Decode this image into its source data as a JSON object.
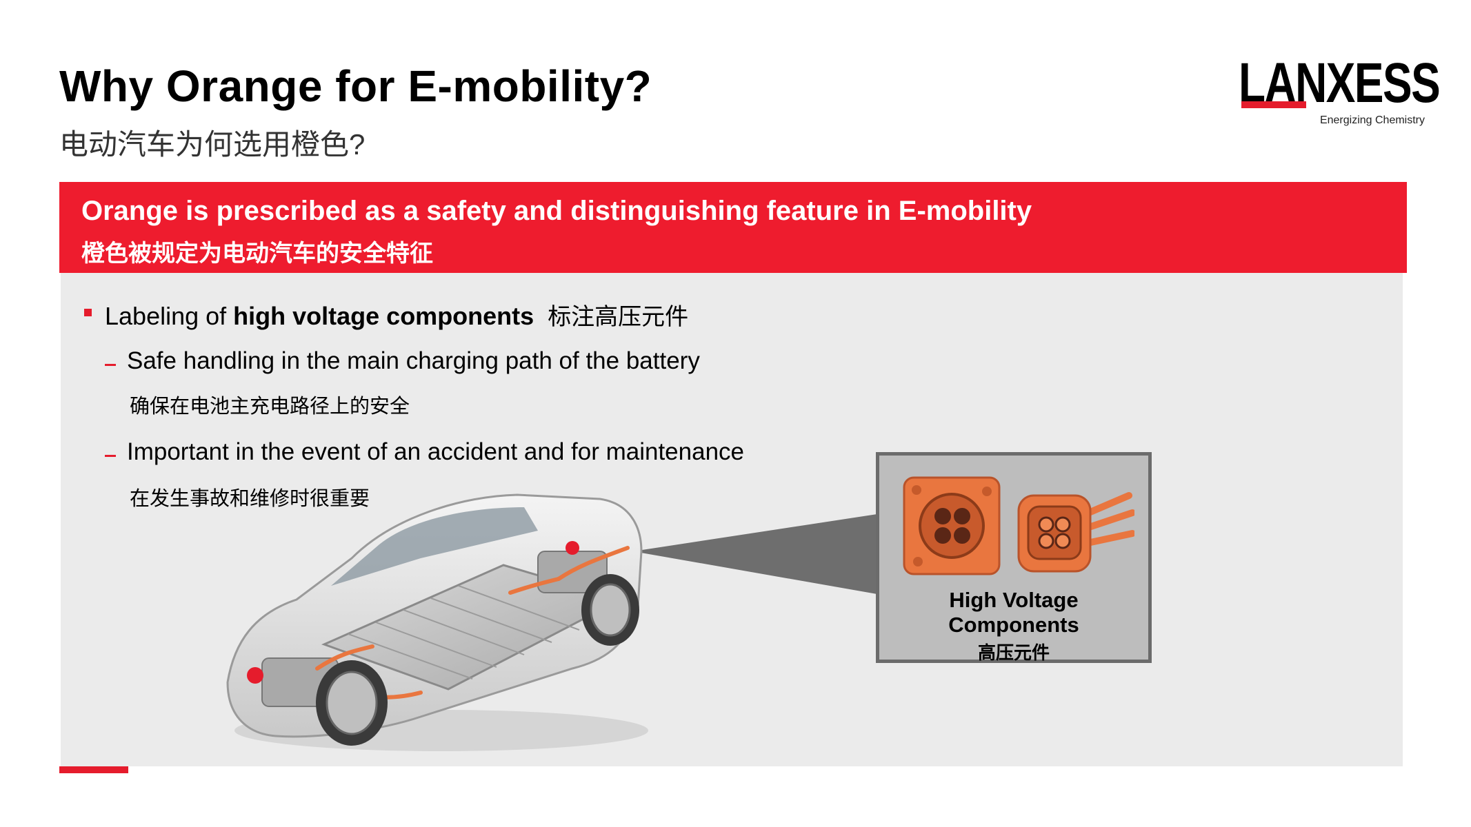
{
  "slide": {
    "title": "Why Orange for E-mobility?",
    "subtitle": "电动汽车为何选用橙色?"
  },
  "logo": {
    "name": "LANXESS",
    "tagline": "Energizing Chemistry"
  },
  "banner": {
    "headline_en": "Orange is prescribed as a safety and distinguishing feature in E-mobility",
    "headline_zh": "橙色被规定为电动汽车的安全特征"
  },
  "bullets": {
    "main": {
      "prefix": "Labeling of ",
      "bold": "high voltage components",
      "zh": "标注高压元件"
    },
    "sub": [
      {
        "en": "Safe handling in the main charging path of the battery",
        "zh": "确保在电池主充电路径上的安全"
      },
      {
        "en": "Important in the event of an accident and for maintenance",
        "zh": "在发生事故和维修时很重要"
      }
    ]
  },
  "callout": {
    "line1": "High Voltage",
    "line2": "Components",
    "line3": "高压元件"
  },
  "colors": {
    "brand_red": "#ee1c2e",
    "panel_grey": "#ebebeb",
    "callout_grey": "#bdbdbd",
    "hv_orange": "#e9763f"
  },
  "images": {
    "car": "electric-car-cutaway",
    "connectors": "hv-connector-icons"
  }
}
